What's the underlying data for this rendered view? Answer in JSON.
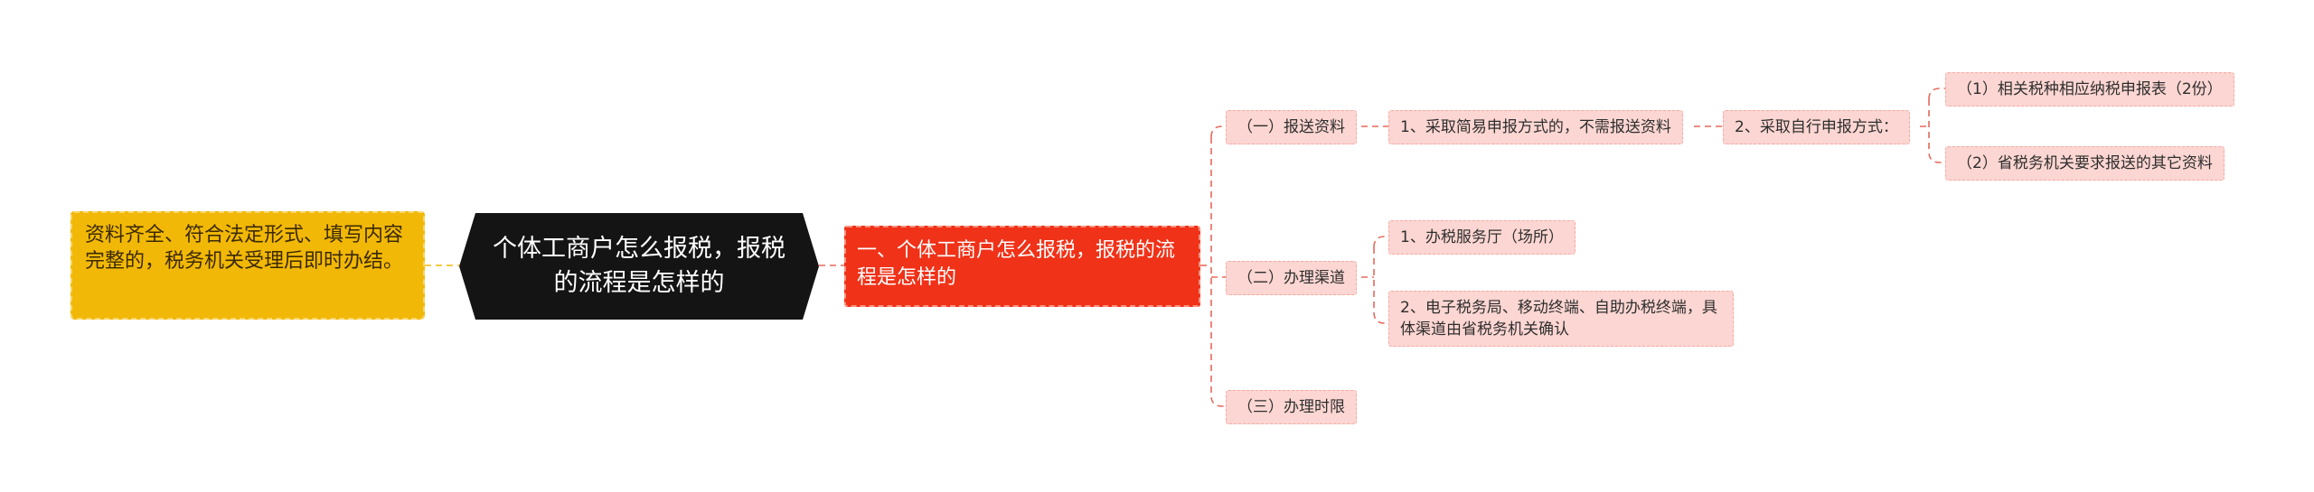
{
  "colors": {
    "center_bg": "#141414",
    "note_bg": "#f2b807",
    "main_bg": "#f03218",
    "sub_bg": "#fcd6d2",
    "link_red": "#e8695c",
    "link_yellow": "#f2b807"
  },
  "mindmap": {
    "center": "个体工商户怎么报税，报税的流程是怎样的",
    "note": "资料齐全、符合法定形式、填写内容完整的，税务机关受理后即时办结。",
    "main": "一、个体工商户怎么报税，报税的流程是怎样的",
    "sections": {
      "s1": {
        "label": "（一）报送资料",
        "m1": "1、采取简易申报方式的，不需报送资料",
        "m2": "2、采取自行申报方式：",
        "r1": "（1）相关税种相应纳税申报表（2份）",
        "r2": "（2）省税务机关要求报送的其它资料"
      },
      "s2": {
        "label": "（二）办理渠道",
        "c1": "1、办税服务厅（场所）",
        "c2": "2、电子税务局、移动终端、自助办税终端，具体渠道由省税务机关确认"
      },
      "s3": {
        "label": "（三）办理时限"
      }
    }
  }
}
